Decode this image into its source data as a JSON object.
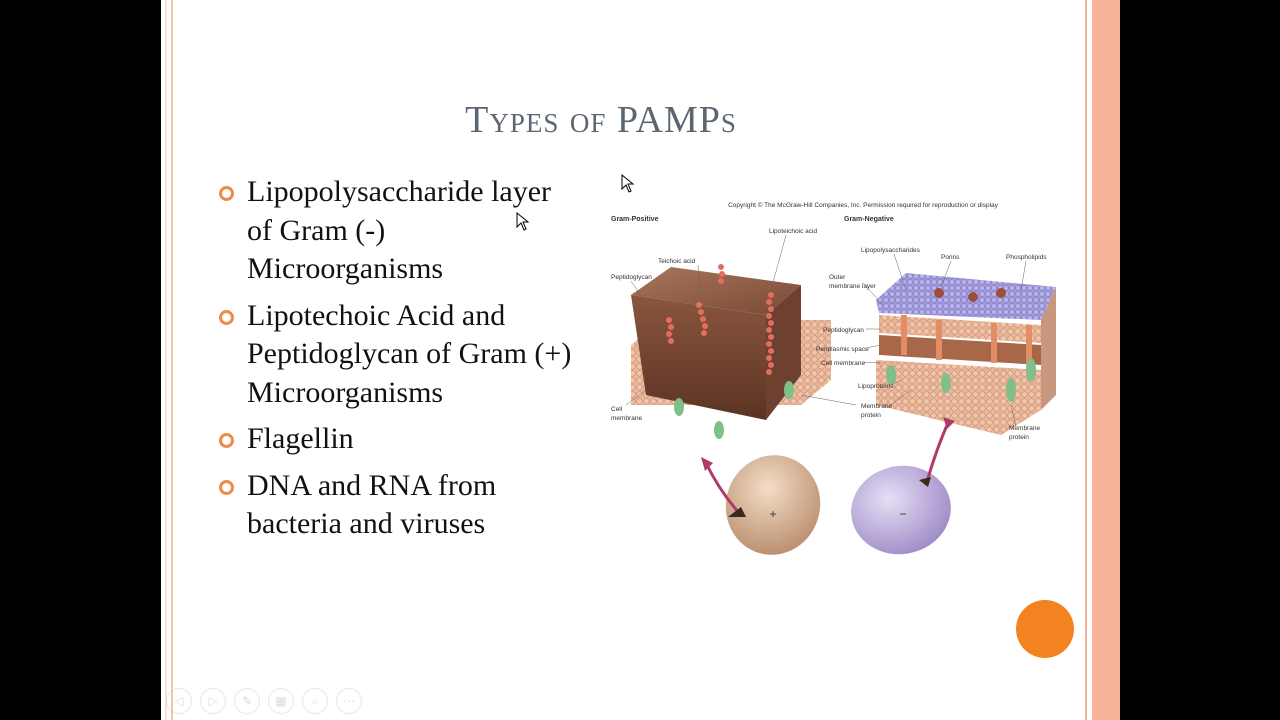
{
  "slide": {
    "title": "Types of PAMPs",
    "bullets": [
      "Lipopolysaccharide layer of Gram (-) Microorganisms",
      "Lipotechoic Acid and Peptidoglycan of Gram (+) Microorganisms",
      "Flagellin",
      "DNA and RNA from bacteria and viruses"
    ]
  },
  "figure": {
    "copyright": "Copyright © The McGraw-Hill Companies, Inc. Permission required for reproduction or display",
    "labels": {
      "gram_positive": "Gram-Positive",
      "gram_negative": "Gram-Negative",
      "teichoic_acid": "Teichoic acid",
      "lipoteichoic_acid": "Lipoteichoic acid",
      "peptidoglycan_left": "Peptidoglycan",
      "cell_membrane_left_1": "Cell",
      "cell_membrane_left_2": "membrane",
      "lipopolysaccharides": "Lipopolysaccharides",
      "porins": "Porins",
      "phospholipids": "Phospholipids",
      "outer_membrane_1": "Outer",
      "outer_membrane_2": "membrane layer",
      "peptidoglycan_mid": "Peptidoglycan",
      "periplasmic_space": "Periplasmic space",
      "cell_membrane_mid": "Cell membrane",
      "lipoproteins": "Lipoproteins",
      "membrane_protein_mid_1": "Membrane",
      "membrane_protein_mid_2": "protein",
      "membrane_protein_right_1": "Membrane",
      "membrane_protein_right_2": "protein",
      "plus": "+",
      "minus": "−"
    }
  },
  "colors": {
    "accent": "#f58220",
    "bullet": "#f08a4b",
    "title": "#5b6670",
    "border": "#f7b49a"
  },
  "icons": {
    "nav": [
      "back-icon",
      "forward-icon",
      "pen-icon",
      "slides-icon",
      "zoom-icon",
      "more-icon"
    ]
  }
}
